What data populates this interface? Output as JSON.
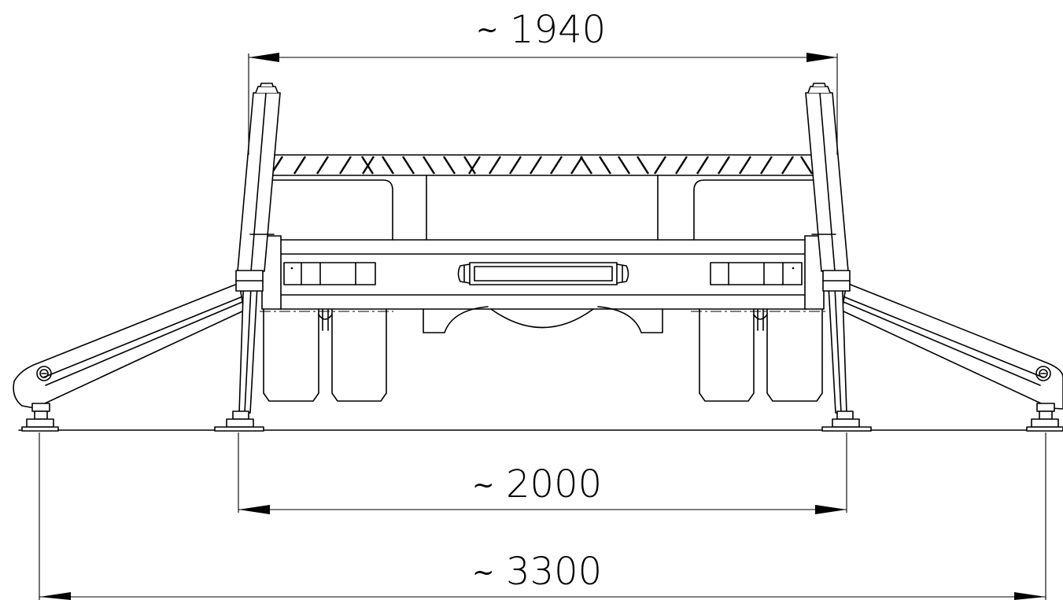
{
  "dimensions": {
    "top": {
      "prefix": "~",
      "value": "1940"
    },
    "middle": {
      "prefix": "~",
      "value": "2000"
    },
    "bottom": {
      "prefix": "~",
      "value": "3300"
    }
  },
  "colors": {
    "line": "#000000",
    "background": "#ffffff"
  }
}
